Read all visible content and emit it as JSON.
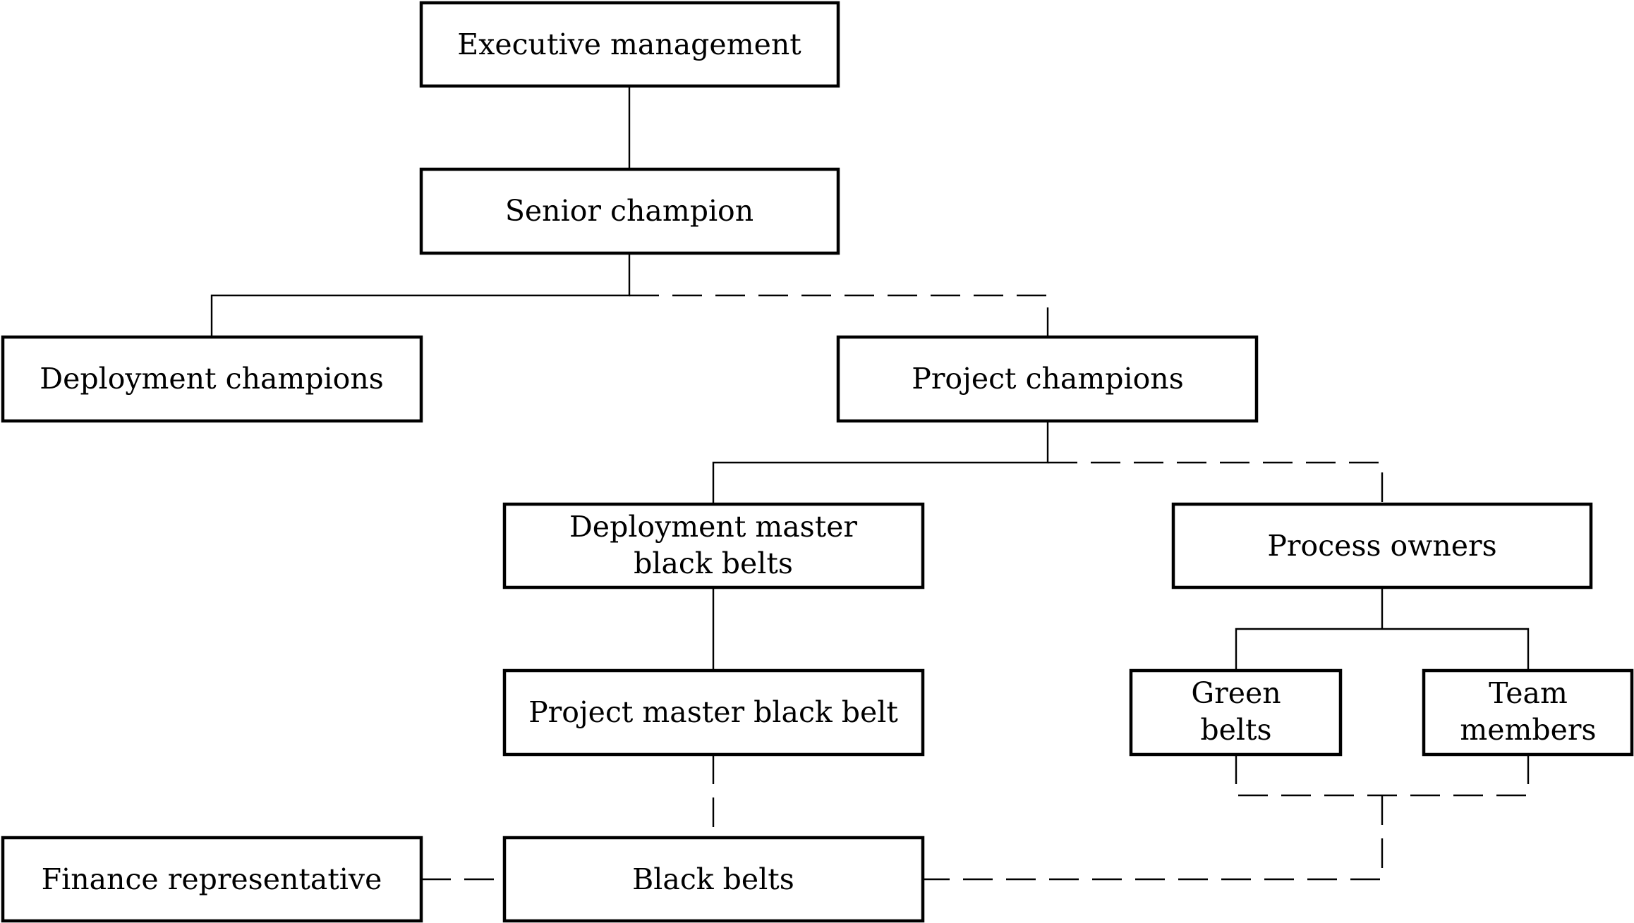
{
  "nodes": {
    "executive_management": {
      "lines": [
        "Executive management"
      ]
    },
    "senior_champion": {
      "lines": [
        "Senior champion"
      ]
    },
    "deployment_champions": {
      "lines": [
        "Deployment champions"
      ]
    },
    "project_champions": {
      "lines": [
        "Project champions"
      ]
    },
    "deployment_master_black_belts": {
      "lines": [
        "Deployment master",
        "black belts"
      ]
    },
    "process_owners": {
      "lines": [
        "Process owners"
      ]
    },
    "project_master_black_belt": {
      "lines": [
        "Project master black belt"
      ]
    },
    "green_belts": {
      "lines": [
        "Green",
        "belts"
      ]
    },
    "team_members": {
      "lines": [
        "Team",
        "members"
      ]
    },
    "finance_representative": {
      "lines": [
        "Finance representative"
      ]
    },
    "black_belts": {
      "lines": [
        "Black belts"
      ]
    }
  },
  "edges": [
    {
      "from": "executive_management",
      "to": "senior_champion",
      "style": "solid"
    },
    {
      "from": "senior_champion",
      "to": "deployment_champions",
      "style": "solid"
    },
    {
      "from": "senior_champion",
      "to": "project_champions",
      "style": "dashed"
    },
    {
      "from": "project_champions",
      "to": "deployment_master_black_belts",
      "style": "solid"
    },
    {
      "from": "project_champions",
      "to": "process_owners",
      "style": "dashed"
    },
    {
      "from": "deployment_master_black_belts",
      "to": "project_master_black_belt",
      "style": "solid"
    },
    {
      "from": "process_owners",
      "to": "green_belts",
      "style": "solid"
    },
    {
      "from": "process_owners",
      "to": "team_members",
      "style": "solid"
    },
    {
      "from": "project_master_black_belt",
      "to": "black_belts",
      "style": "dashed"
    },
    {
      "from": "finance_representative",
      "to": "black_belts",
      "style": "dashed"
    },
    {
      "from": "green_belts",
      "to": "black_belts",
      "style": "dashed"
    },
    {
      "from": "team_members",
      "to": "black_belts",
      "style": "dashed"
    }
  ]
}
